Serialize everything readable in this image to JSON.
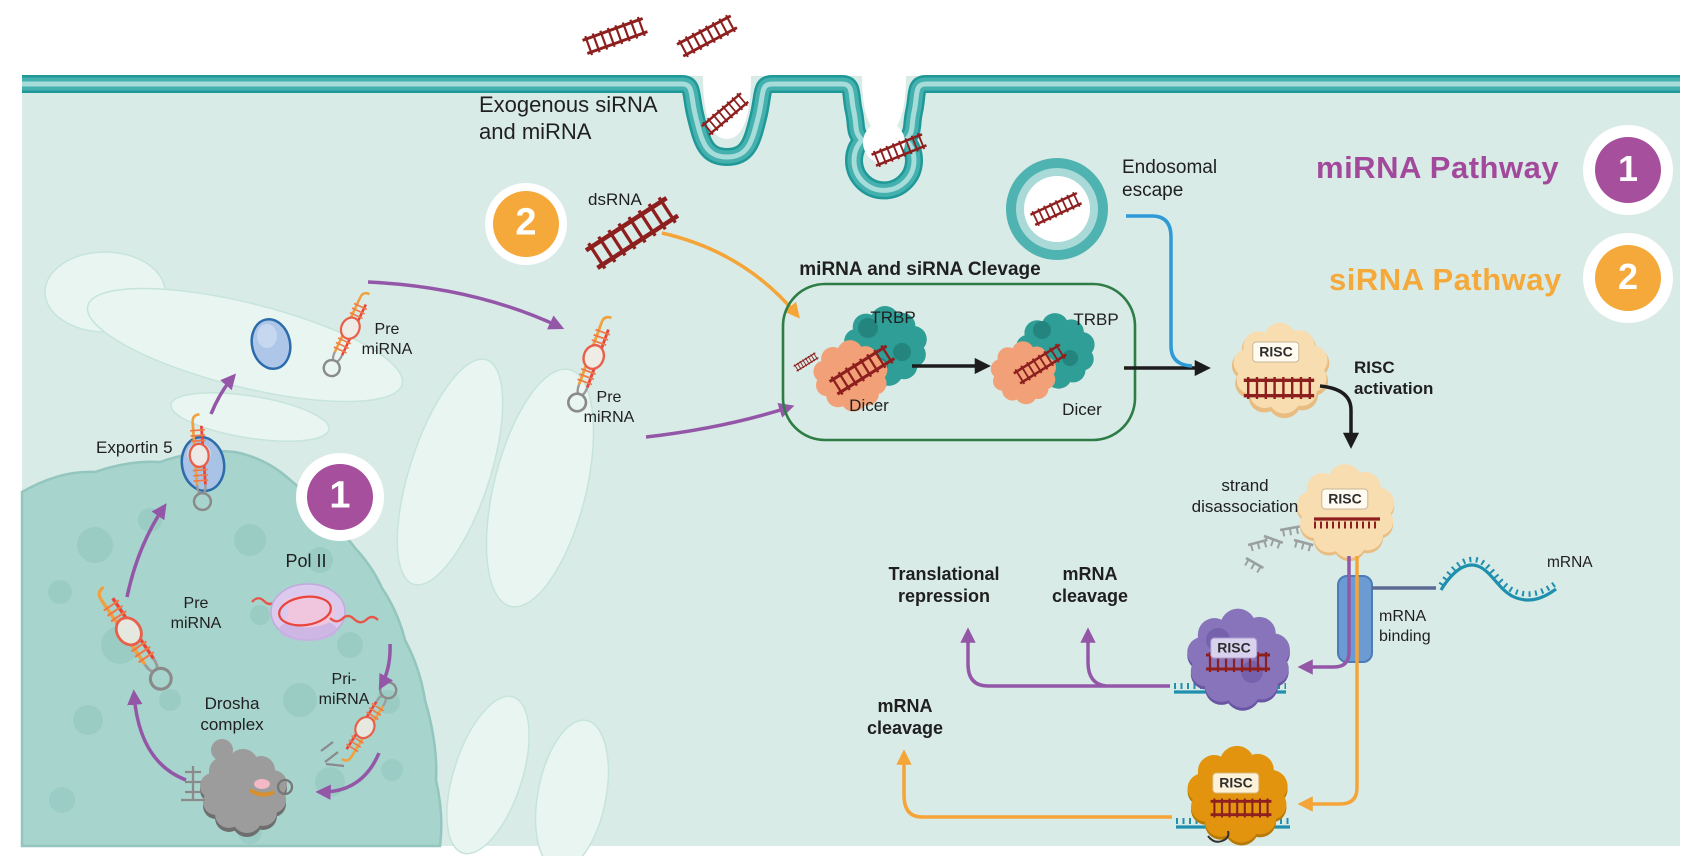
{
  "figure": {
    "description": "miRNA and siRNA pathway diagram inside a cell"
  },
  "legend": {
    "mirna": {
      "label": "miRNA Pathway",
      "badge": "1",
      "color": "#a2499b"
    },
    "sirna": {
      "label": "siRNA Pathway",
      "badge": "2",
      "color": "#f5a93b"
    }
  },
  "badges": {
    "step1": "1",
    "step2": "2"
  },
  "labels": {
    "exogenous": "Exogenous  siRNA\nand miRNA",
    "dsrna": "dsRNA",
    "cleavage_box_title": "miRNA and siRNA Clevage",
    "trbp": "TRBP",
    "dicer": "Dicer",
    "endosomal_escape": "Endosomal\nescape",
    "risc_tag": "RISC",
    "risc_activation": "RISC\nactivation",
    "strand_disassociation": "strand\ndisassociation",
    "mrna_binding": "mRNA\nbinding",
    "mrna": "mRNA",
    "translational_repression": "Translational\nrepression",
    "mrna_cleavage": "mRNA\ncleavage",
    "exportin5": "Exportin 5",
    "pol2": "Pol II",
    "pre_mirna": "Pre\nmiRNA",
    "pri_mirna": "Pri-\nmiRNA",
    "drosha_complex": "Drosha\ncomplex"
  },
  "colors": {
    "pathway_mirna": "#a2499b",
    "pathway_sirna": "#f5a93b",
    "membrane": "#45b1af",
    "cytoplasm": "#d9ebe7",
    "nucleus": "#a7d4cd",
    "organelle": "#e9f5f1",
    "rna_red": "#8e1f1f",
    "arrow_purple": "#9457a8",
    "arrow_orange": "#f5a438",
    "arrow_black": "#1c1c1c",
    "endosome_escape_line": "#2e9ad8",
    "mrna_teal": "#1f8fae",
    "receptor_blue": "#6b9bd2",
    "risc_tan": "#f8ddb0",
    "risc_purple": "#8874ba",
    "risc_orange": "#e2940f",
    "trbp_teal": "#2f9e96",
    "dicer_orange": "#f2a077",
    "drosha_gray": "#9c9c9c",
    "cleavage_box_border": "#2e7d46"
  }
}
